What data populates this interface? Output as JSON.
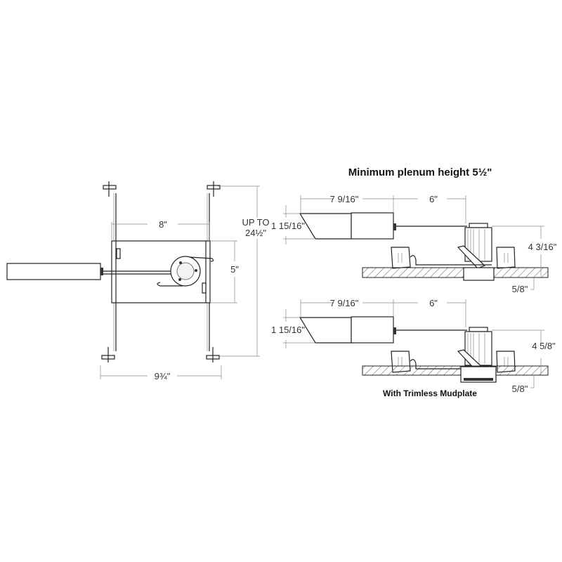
{
  "top_view": {
    "width_label": "8\"",
    "height_label": "5\"",
    "span_label_line1": "UP TO",
    "span_label_line2": "24½\"",
    "bar_width_label": "9¾\""
  },
  "side_view_standard": {
    "title": "Minimum plenum height  5½\"",
    "driver_length": "7 9/16\"",
    "offset": "6\"",
    "driver_height": "1 15/16\"",
    "fixture_height": "4 3/16\"",
    "ceiling_thickness": "5/8\""
  },
  "side_view_mudplate": {
    "driver_length": "7 9/16\"",
    "offset": "6\"",
    "driver_height": "1 15/16\"",
    "fixture_height": "4 5/8\"",
    "ceiling_thickness": "5/8\"",
    "caption": "With Trimless Mudplate"
  }
}
